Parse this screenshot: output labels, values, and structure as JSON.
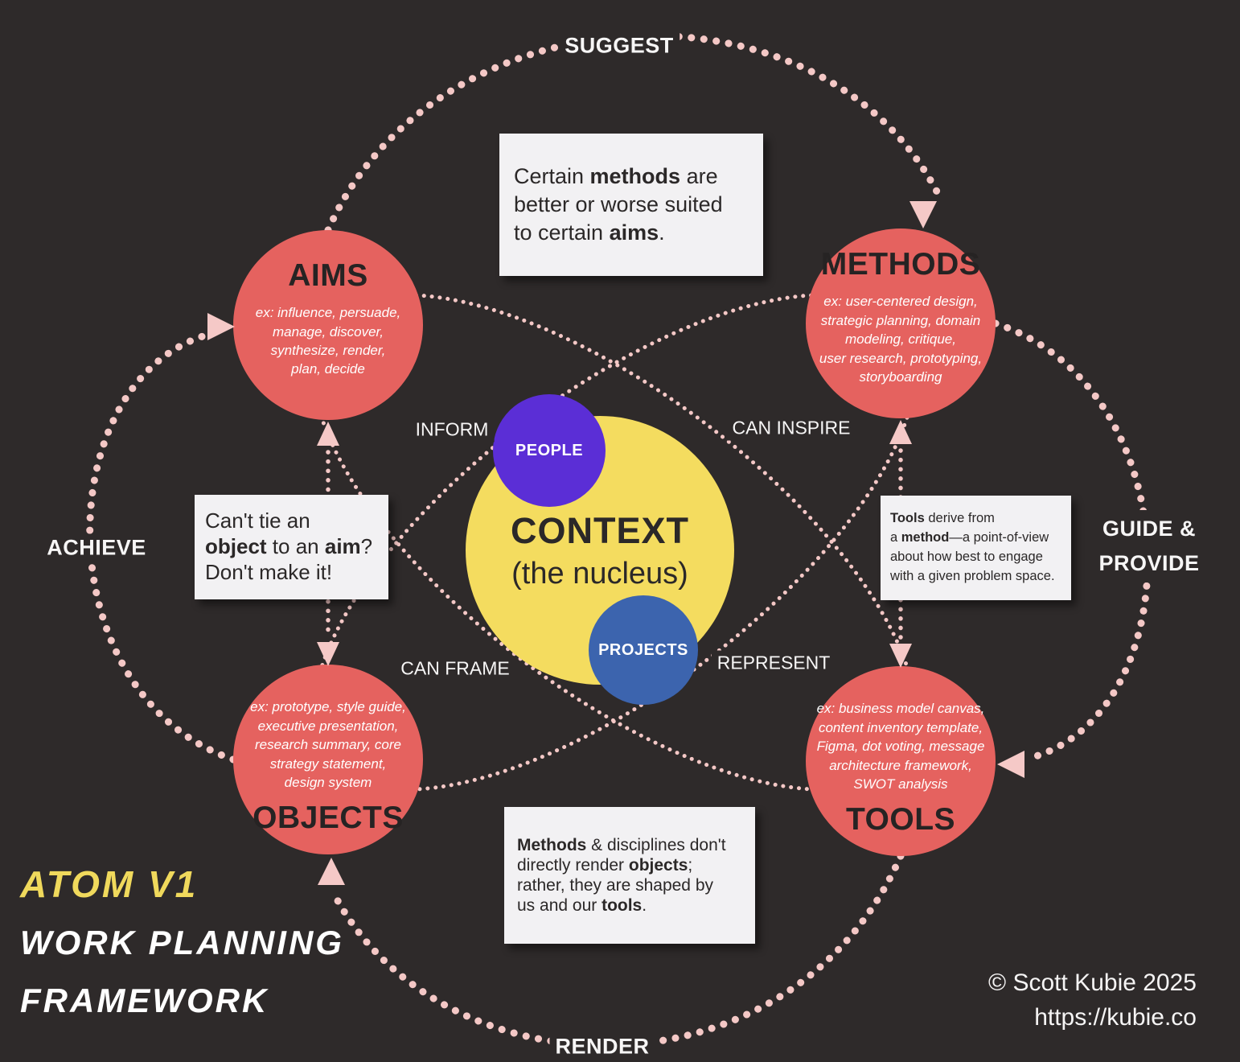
{
  "brand": {
    "line1": "ATOM V1",
    "line2": "WORK PLANNING",
    "line3": "FRAMEWORK"
  },
  "credit": {
    "copyright": "© Scott Kubie 2025",
    "url": "https://kubie.co"
  },
  "center": {
    "heading": "CONTEXT",
    "subheading": "(the nucleus)",
    "people": "PEOPLE",
    "projects": "PROJECTS"
  },
  "nodes": {
    "aims": {
      "label": "AIMS",
      "examples": "ex: influence, persuade,\nmanage, discover,\nsynthesize, render,\nplan, decide"
    },
    "methods": {
      "label": "METHODS",
      "examples": "ex: user-centered design,\nstrategic planning, domain\nmodeling, critique,\nuser research, prototyping,\nstoryboarding"
    },
    "objects": {
      "label": "OBJECTS",
      "examples": "ex: prototype, style guide,\nexecutive presentation,\nresearch summary, core\nstrategy statement,\ndesign system"
    },
    "tools": {
      "label": "TOOLS",
      "examples": "ex: business model canvas,\ncontent inventory template,\nFigma, dot voting, message\narchitecture framework,\nSWOT analysis"
    }
  },
  "ring_labels": {
    "suggest": "SUGGEST",
    "achieve": "ACHIEVE",
    "guide_line1": "GUIDE &",
    "guide_line2": "PROVIDE",
    "render": "RENDER"
  },
  "orbit_labels": {
    "inform": "INFORM",
    "can_inspire": "CAN INSPIRE",
    "can_frame": "CAN FRAME",
    "represent": "REPRESENT"
  },
  "notes": {
    "suggest_note": {
      "segments": [
        "Certain ",
        "methods",
        " are\nbetter or worse suited\nto certain ",
        "aims",
        "."
      ]
    },
    "achieve_note": {
      "segments": [
        "Can't tie an\n",
        "object",
        " to an ",
        "aim",
        "?\nDon't make it!"
      ]
    },
    "guide_note": {
      "segments": [
        "Tools",
        " derive from\na ",
        "method",
        "—a point-of-view\nabout how best to engage\nwith a given problem space."
      ]
    },
    "render_note": {
      "segments": [
        "Methods",
        " & disciplines don't\ndirectly render ",
        "objects",
        ";\nrather, they are shaped by\nus and our ",
        "tools",
        "."
      ]
    }
  },
  "colors": {
    "background": "#2e2a2a",
    "node_red": "#e5625f",
    "context_yellow": "#f4dc5f",
    "people_purple": "#5b2ed6",
    "projects_blue": "#3c64ae",
    "dot_pink": "#f4c8c6",
    "arrow_pink": "#f5c9c7",
    "note_bg": "#f2f1f3",
    "dark_text": "#2b2828"
  }
}
